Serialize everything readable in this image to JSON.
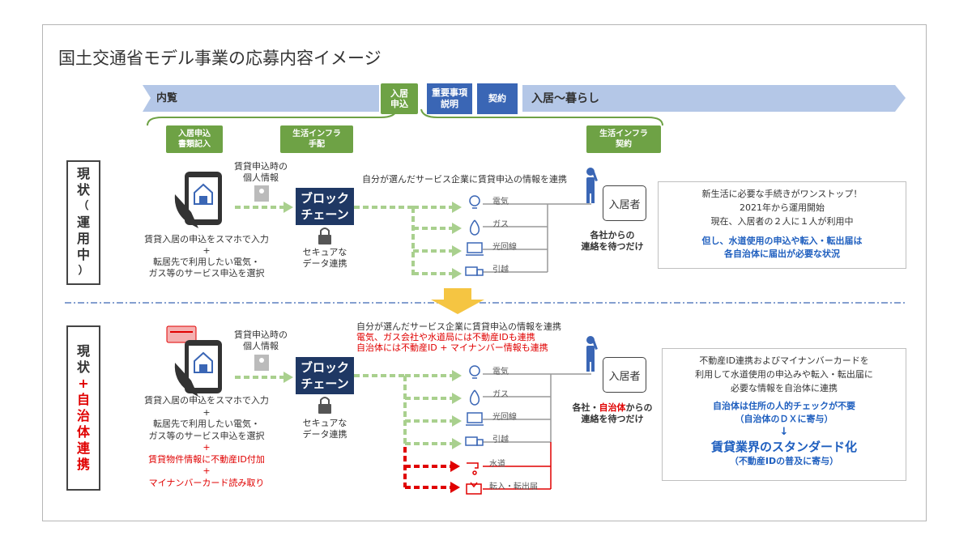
{
  "title": "国土交通省モデル事業の応募内容イメージ",
  "phases": {
    "naiken": "内覧",
    "nyukyo_moushikomi": [
      "入居",
      "申込"
    ],
    "juyo_jiko": [
      "重要事項",
      "説明"
    ],
    "keiyaku": "契約",
    "nyukyo_kurashi": "入居〜暮らし"
  },
  "green_labels": {
    "shorui_kinyu": [
      "入居申込",
      "書類記入"
    ],
    "infra_tehai": [
      "生活インフラ",
      "手配"
    ],
    "infra_keiyaku": [
      "生活インフラ",
      "契約"
    ]
  },
  "current": {
    "side_label": [
      "現",
      "状",
      "（",
      "運",
      "用",
      "中",
      "）"
    ],
    "personal_info": [
      "賃貸申込時の",
      "個人情報"
    ],
    "blockchain": [
      "ブロック",
      "チェーン"
    ],
    "secure": [
      "セキュアな",
      "データ連携"
    ],
    "flow_note": "自分が選んだサービス企業に賃貸申込の情報を連携",
    "phone_caption": [
      "賃貸入居の申込をスマホで入力",
      "+",
      "転居先で利用したい電気・",
      "ガス等のサービス申込を選択"
    ],
    "services": [
      "電気",
      "ガス",
      "光回線",
      "引越"
    ],
    "resident": "入居者",
    "waiting": [
      "各社からの",
      "連絡を待つだけ"
    ],
    "info": {
      "lines": [
        "新生活に必要な手続きがワンストップ！",
        "2021年から運用開始",
        "現在、入居者の２人に１人が利用中"
      ],
      "highlight": [
        "但し、水道使用の申込や転入・転出届は",
        "各自治体に届出が必要な状況"
      ]
    }
  },
  "future": {
    "side_label_top": [
      "現",
      "状"
    ],
    "side_label_plus": "+",
    "side_label_red": [
      "自",
      "治",
      "体",
      "連",
      "携"
    ],
    "personal_info": [
      "賃貸申込時の",
      "個人情報"
    ],
    "blockchain": [
      "ブロック",
      "チェーン"
    ],
    "secure": [
      "セキュアな",
      "データ連携"
    ],
    "flow_note": "自分が選んだサービス企業に賃貸申込の情報を連携",
    "flow_note_red": [
      "電気、ガス会社や水道局には不動産IDも連携",
      "自治体には不動産ID + マイナンバー情報も連携"
    ],
    "phone_caption": [
      "賃貸入居の申込をスマホで入力",
      "+",
      "転居先で利用したい電気・",
      "ガス等のサービス申込を選択"
    ],
    "phone_caption_red": [
      "+",
      "賃貸物件情報に不動産ID付加",
      "+",
      "マイナンバーカード読み取り"
    ],
    "services": [
      "電気",
      "ガス",
      "光回線",
      "引越"
    ],
    "services_red": [
      "水道",
      "転入・転出届"
    ],
    "resident": "入居者",
    "waiting_a": "各社・",
    "waiting_red": "自治体",
    "waiting_b": "からの",
    "waiting_2": "連絡を待つだけ",
    "info": {
      "lines": [
        "不動産ID連携およびマイナンバーカードを",
        "利用して水道使用の申込みや転入・転出届に",
        "必要な情報を自治体に連携"
      ],
      "highlight": [
        "自治体は住所の人的チェックが不要",
        "（自治体のＤＸに寄与）"
      ],
      "arrow": "↓",
      "big": "賃貸業界のスタンダード化",
      "sub": "（不動産IDの普及に寄与）"
    }
  },
  "colors": {
    "green": "#6ea245",
    "blue": "#3a66b5",
    "navy": "#1f3864",
    "red": "#e00000",
    "dash_green": "#a9d08e",
    "arrow_bg": "#b4c7e7"
  }
}
